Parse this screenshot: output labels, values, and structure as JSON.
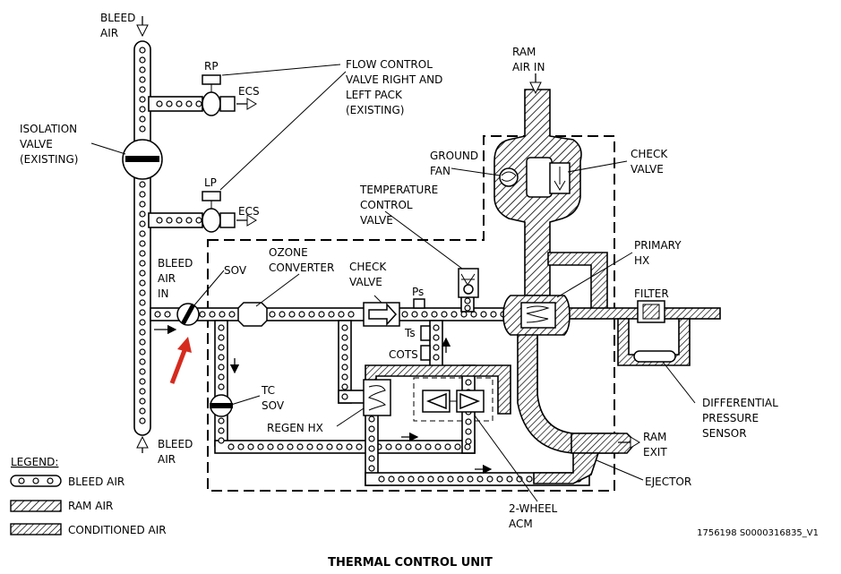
{
  "labels": {
    "bleed_air_top": [
      "BLEED",
      "AIR"
    ],
    "bleed_air_in": [
      "BLEED",
      "AIR",
      "IN"
    ],
    "bleed_air_bottom": [
      "BLEED",
      "AIR"
    ],
    "isolation_valve": [
      "ISOLATION",
      "VALVE",
      "(EXISTING)"
    ],
    "rp": "RP",
    "lp": "LP",
    "ecs_top": "ECS",
    "ecs_bottom": "ECS",
    "flow_control_valve": [
      "FLOW CONTROL",
      "VALVE RIGHT AND",
      "LEFT PACK",
      "(EXISTING)"
    ],
    "ram_air_in": [
      "RAM",
      "AIR IN"
    ],
    "ground_fan": [
      "GROUND",
      "FAN"
    ],
    "check_valve_top": [
      "CHECK",
      "VALVE"
    ],
    "temperature_control_valve": [
      "TEMPERATURE",
      "CONTROL",
      "VALVE"
    ],
    "primary_hx": [
      "PRIMARY",
      "HX"
    ],
    "filter": "FILTER",
    "sov": "SOV",
    "ozone_converter": [
      "OZONE",
      "CONVERTER"
    ],
    "check_valve_mid": [
      "CHECK",
      "VALVE"
    ],
    "ps": "Ps",
    "ts": "Ts",
    "cots": "COTS",
    "tc_sov": [
      "TC",
      "SOV"
    ],
    "regen_hx": "REGEN HX",
    "differential_pressure_sensor": [
      "DIFFERENTIAL",
      "PRESSURE",
      "SENSOR"
    ],
    "ram_exit": [
      "RAM",
      "EXIT"
    ],
    "ejector": "EJECTOR",
    "two_wheel_acm": [
      "2-WHEEL",
      "ACM"
    ]
  },
  "legend": {
    "title": "LEGEND:",
    "items": [
      "BLEED AIR",
      "RAM AIR",
      "CONDITIONED AIR"
    ]
  },
  "figure_id": "1756198 S0000316835_V1",
  "title": "THERMAL CONTROL UNIT",
  "colors": {
    "arrow_highlight": "#d62a1e"
  }
}
